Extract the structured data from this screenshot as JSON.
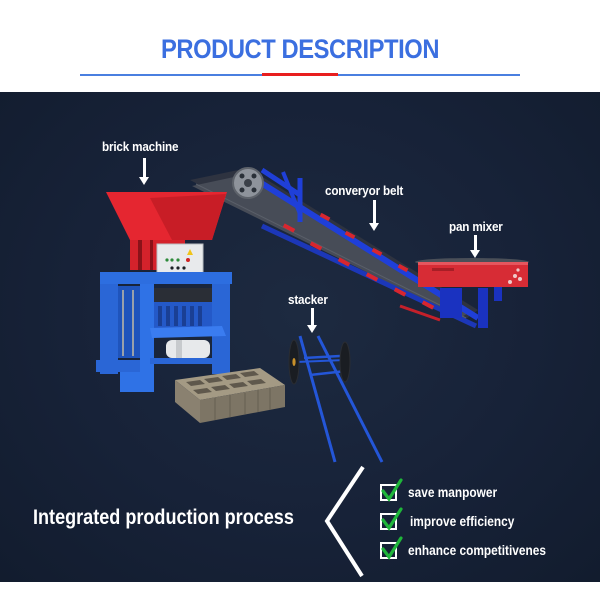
{
  "header": {
    "title": "PRODUCT DESCRIPTION",
    "rule_color": "#4a7fe0",
    "accent_color": "#e81e1e",
    "title_color": "#3b6fe0"
  },
  "diagram": {
    "background_color": "#172238",
    "labels": {
      "brick_machine": "brick machine",
      "conveyor_belt": "converyor belt",
      "pan_mixer": "pan mixer",
      "stacker": "stacker"
    }
  },
  "footer": {
    "process_title": "Integrated production process",
    "benefits": [
      {
        "label": "save manpower",
        "icon": "checked-checkbox-icon"
      },
      {
        "label": "improve efficiency",
        "icon": "checked-checkbox-icon"
      },
      {
        "label": "enhance competitivenes",
        "icon": "checked-checkbox-icon"
      }
    ],
    "check_color": "#1fb53a"
  }
}
